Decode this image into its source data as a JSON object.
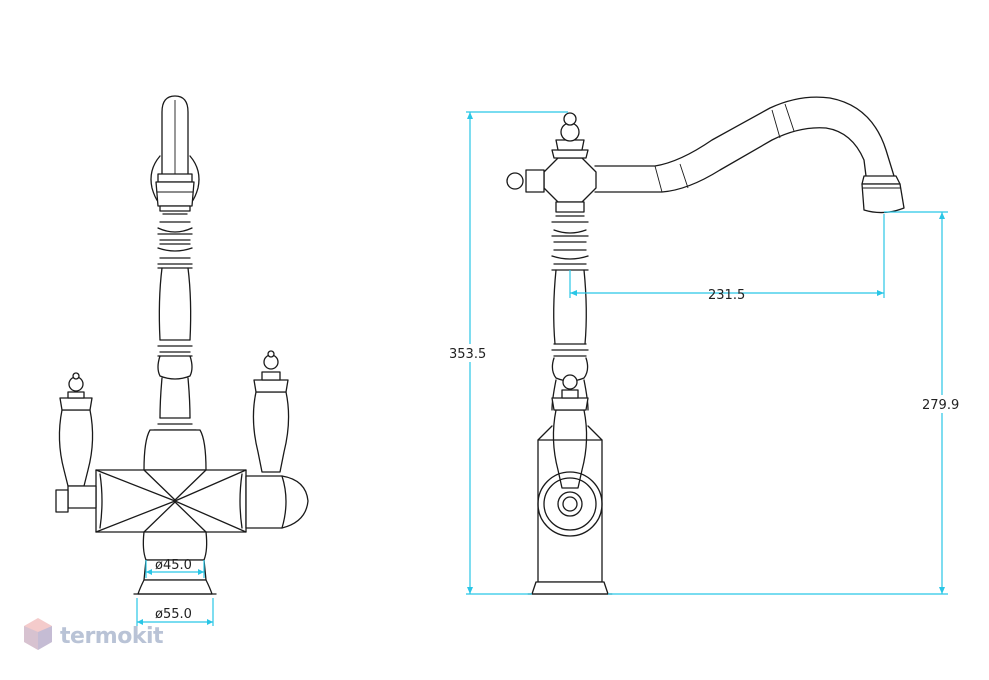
{
  "dimensions": {
    "height_total": "353.5",
    "spout_reach": "231.5",
    "spout_height": "279.9",
    "base_diameter_upper": "ø45.0",
    "base_diameter_lower": "ø55.0"
  },
  "watermark": {
    "brand": "termokit",
    "colors": {
      "primary": "#e06a6a",
      "secondary": "#7fa6e0"
    }
  },
  "colors": {
    "dimension_line": "#29c6e6",
    "drawing_line": "#1a1a1a"
  }
}
